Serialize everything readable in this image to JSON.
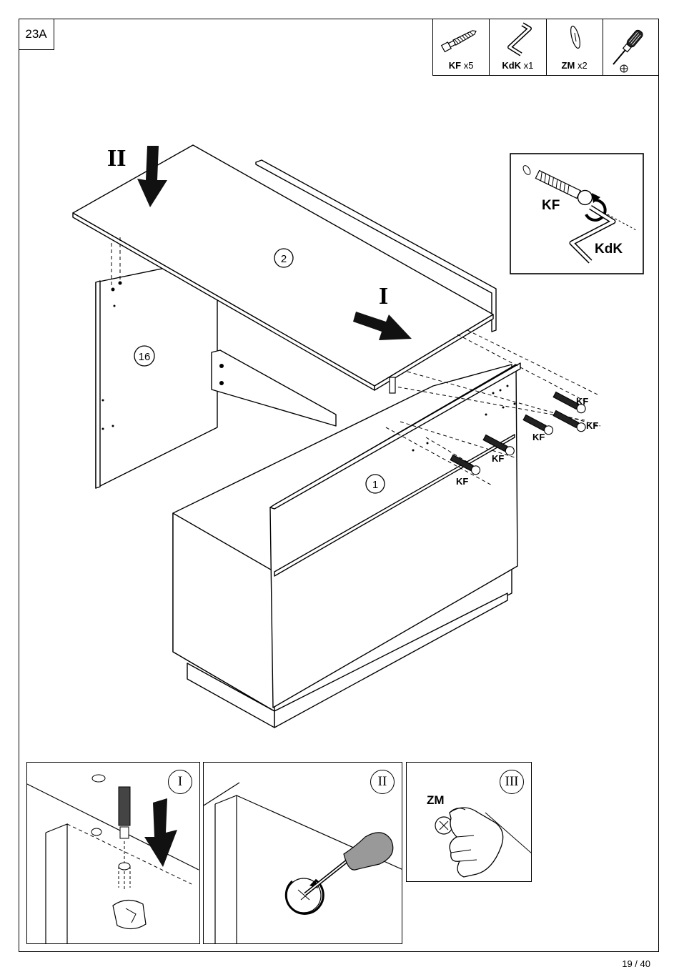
{
  "step": {
    "label": "23A"
  },
  "parts": [
    {
      "code": "KF",
      "qty": "x5",
      "icon": "cam-bolt-icon"
    },
    {
      "code": "KdK",
      "qty": "x1",
      "icon": "hex-key-icon"
    },
    {
      "code": "ZM",
      "qty": "x2",
      "icon": "cap-icon"
    },
    {
      "code": "",
      "qty": "",
      "icon": "phillips-screwdriver-icon"
    }
  ],
  "arrows": {
    "step1": "I",
    "step2": "II"
  },
  "panels": {
    "top": "2",
    "side": "16",
    "base": "1"
  },
  "fasteners": {
    "kf": "KF"
  },
  "inset": {
    "kf": "KF",
    "kdk": "KdK"
  },
  "details": [
    {
      "numeral": "I"
    },
    {
      "numeral": "II"
    },
    {
      "numeral": "III",
      "label": "ZM"
    }
  ],
  "page": {
    "number": "19 / 40"
  }
}
